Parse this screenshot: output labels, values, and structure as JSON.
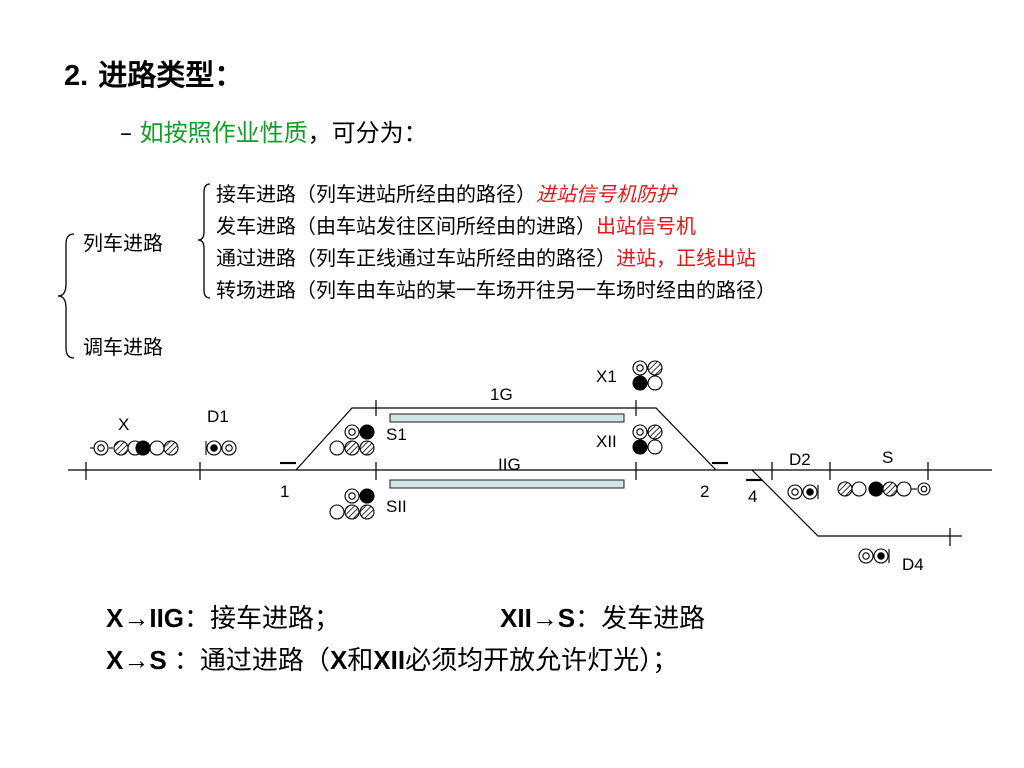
{
  "heading": {
    "number": "2.",
    "text": "进路类型："
  },
  "subheading": {
    "dash": "–",
    "green": "如按照作业性质",
    "rest": "，可分为："
  },
  "train_route": {
    "label": "列车进路",
    "items": [
      {
        "text": "接车进路（列车进站所经由的路径）",
        "note": "进站信号机防护",
        "note_color": "#e81515"
      },
      {
        "text": "发车进路（由车站发往区间所经由的进路）",
        "note": "出站信号机",
        "note_color": "#e81515"
      },
      {
        "text": "通过进路（列车正线通过车站所经由的路径）",
        "note": "进站，正线出站",
        "note_color": "#e81515"
      },
      {
        "text": "转场进路（列车由车站的某一车场开往另一车场时经由的路径）",
        "note": ""
      }
    ]
  },
  "shunting_route": {
    "label": "调车进路"
  },
  "diagram": {
    "tracks": {
      "main_upper": "1G",
      "main_lower": "IIG"
    },
    "signals": {
      "x": "X",
      "d1": "D1",
      "s1": "S1",
      "sii": "SII",
      "x1": "X1",
      "xii": "XII",
      "d2": "D2",
      "s": "S",
      "d4": "D4"
    },
    "switches": {
      "sw1": "1",
      "sw2": "2",
      "sw4": "4"
    }
  },
  "summary": {
    "line1_a": "X→IIG",
    "line1_b": "：接车进路；",
    "line1_c": "XII→S",
    "line1_d": "：发车进路",
    "line2_a": "X→S",
    "line2_b": "：通过进路（",
    "line2_c": "X",
    "line2_d": "和",
    "line2_e": "XII",
    "line2_f": "必须均开放允许灯光）；"
  }
}
